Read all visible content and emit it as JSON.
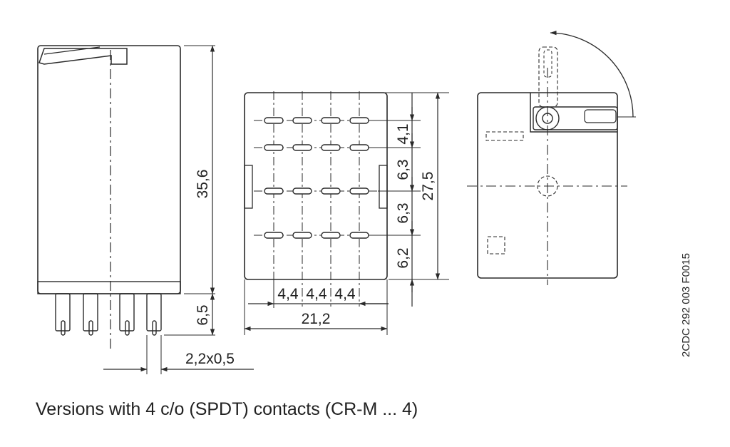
{
  "caption": "Versions with 4 c/o (SPDT) contacts (CR-M ... 4)",
  "drawing_code": "2CDC 292 003 F0015",
  "side_view": {
    "height": "35,6",
    "pin_length": "6,5",
    "pin_section": "2,2x0,5"
  },
  "bottom_view": {
    "row_pitches": [
      "4,1",
      "6,3",
      "6,3",
      "6,2"
    ],
    "height": "27,5",
    "column_pitches": [
      "4,4",
      "4,4",
      "4,4"
    ],
    "width": "21,2"
  },
  "colors": {
    "line": "#2a2a2a",
    "text": "#222222",
    "background": "#ffffff"
  }
}
